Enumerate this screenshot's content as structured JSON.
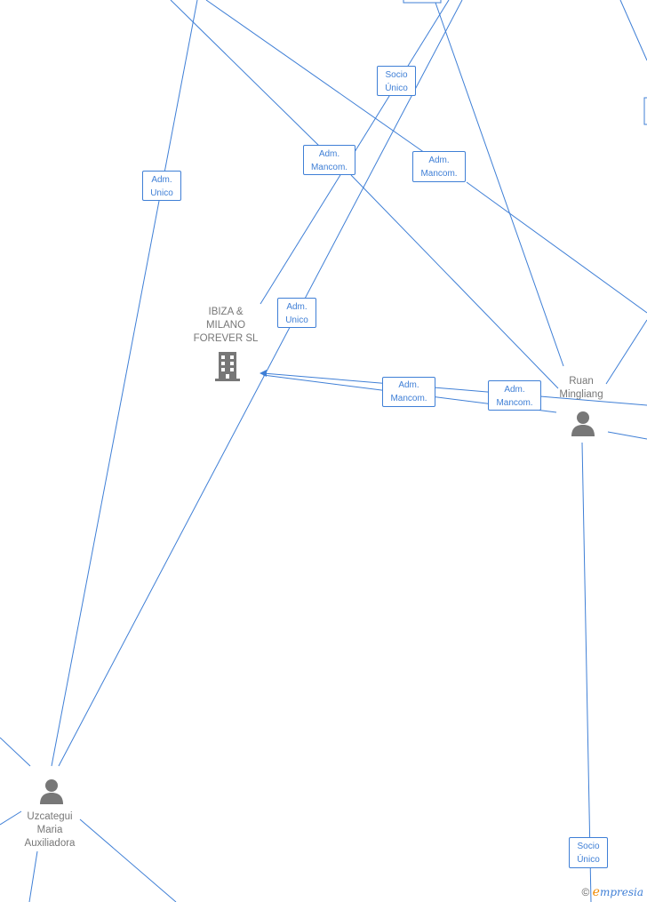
{
  "nodes": {
    "company": {
      "lines": [
        "IBIZA &",
        "MILANO",
        "FOREVER  SL"
      ],
      "icon": "building-icon"
    },
    "person_ruan": {
      "lines": [
        "Ruan",
        "Mingliang"
      ],
      "icon": "person-icon"
    },
    "person_uzcategui": {
      "lines": [
        "Uzcategui",
        "Maria",
        "Auxiliadora"
      ],
      "icon": "person-icon"
    }
  },
  "relations": [
    {
      "lines": [
        "Socio",
        "Único"
      ]
    },
    {
      "lines": [
        "Adm.",
        "Mancom."
      ]
    },
    {
      "lines": [
        "Adm.",
        "Mancom."
      ]
    },
    {
      "lines": [
        "Adm.",
        "Unico"
      ]
    },
    {
      "lines": [
        "Adm.",
        "Unico"
      ]
    },
    {
      "lines": [
        "Adm.",
        "Mancom."
      ]
    },
    {
      "lines": [
        "Adm.",
        "Mancom."
      ]
    },
    {
      "lines": [
        "Socio",
        "Único"
      ]
    }
  ],
  "watermark": {
    "symbol": "©",
    "e": "e",
    "rest": "mpresia"
  },
  "colors": {
    "edge": "#3f7fd6",
    "node_text": "#777777",
    "icon": "#777777",
    "brand_orange": "#f08a00"
  }
}
